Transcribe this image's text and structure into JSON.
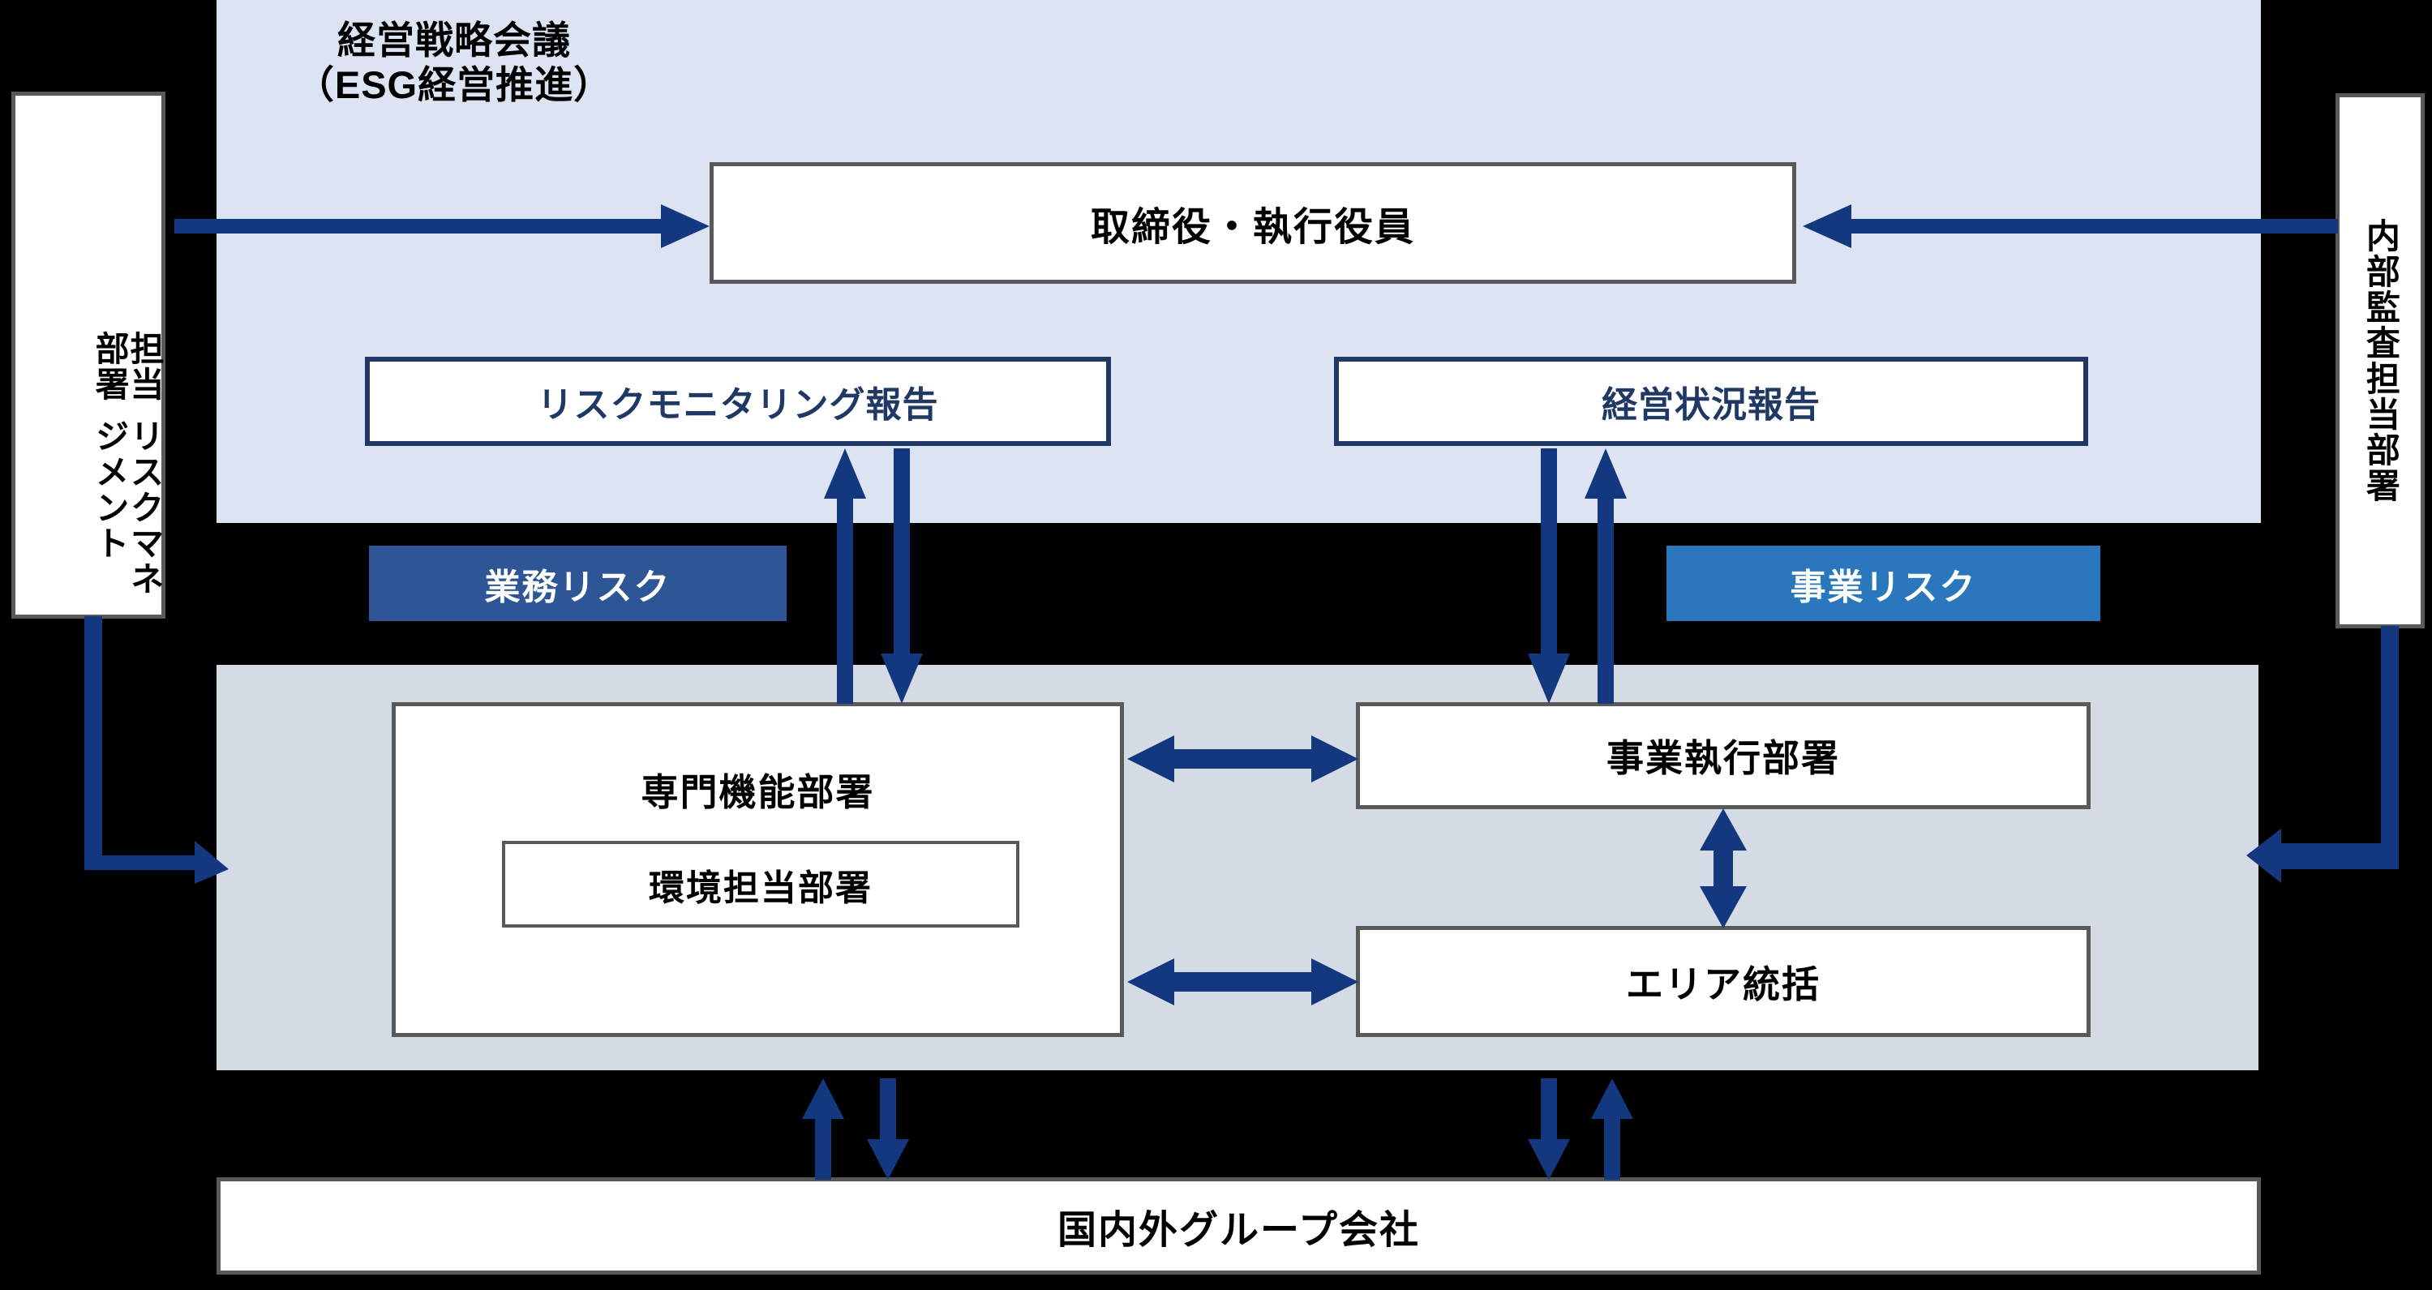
{
  "diagram": {
    "title_line1": "経営戦略会議",
    "title_line2": "（ESG経営推進）",
    "panels": {
      "top_bg": "#dce3f3",
      "mid_bg": "#d4dbe4",
      "page_bg": "#000000"
    },
    "colors": {
      "arrow_navy": "#14387f",
      "report_border": "#1f3864",
      "box_border": "#595959",
      "tag_work_risk": "#2e5596",
      "tag_business_risk": "#2b77bd"
    },
    "side_boxes": [
      {
        "name": "risk-management-dept",
        "col1": "リスクマネジメント",
        "col2": "担当部署"
      },
      {
        "name": "internal-audit-dept",
        "col1": "内部監査担当部署",
        "col2": ""
      }
    ],
    "boxes": [
      {
        "id": "directors",
        "label": "取締役・執行役員"
      },
      {
        "id": "specialized-function-dept",
        "label": "専門機能部署"
      },
      {
        "id": "environment-dept",
        "label": "環境担当部署"
      },
      {
        "id": "business-execution-dept",
        "label": "事業執行部署"
      },
      {
        "id": "area-management",
        "label": "エリア統括"
      },
      {
        "id": "domestic-overseas-group-companies",
        "label": "国内外グループ会社"
      }
    ],
    "reports": [
      {
        "id": "risk-monitoring-report",
        "label": "リスクモニタリング報告"
      },
      {
        "id": "management-status-report",
        "label": "経営状況報告"
      }
    ],
    "tags": [
      {
        "id": "work-risk",
        "label": "業務リスク",
        "color": "#2e5596"
      },
      {
        "id": "business-risk",
        "label": "事業リスク",
        "color": "#2b77bd"
      }
    ]
  }
}
